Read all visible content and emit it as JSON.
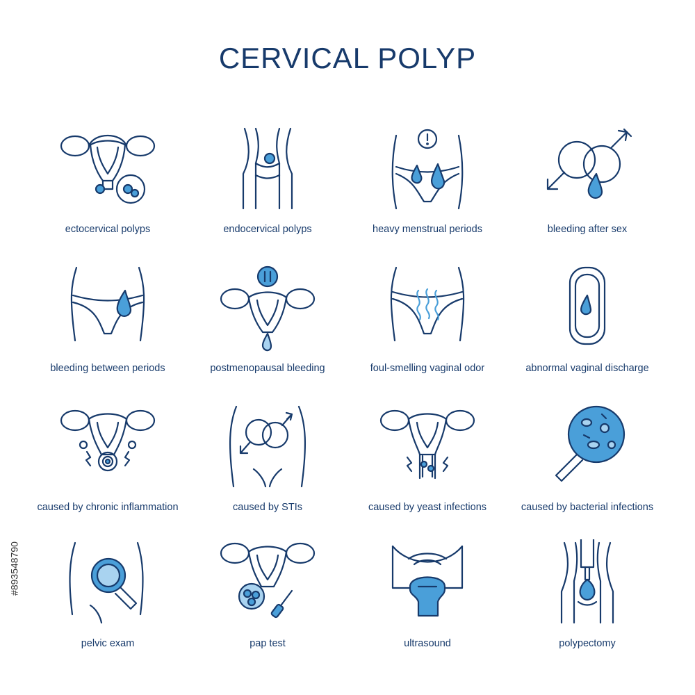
{
  "title": "CERVICAL POLYP",
  "colors": {
    "line": "#173a6b",
    "fill": "#4a9fd9",
    "fill_light": "#a9d3f0"
  },
  "items": [
    {
      "label": "ectocervical polyps",
      "icon": "uterus-polyp-icon"
    },
    {
      "label": "endocervical polyps",
      "icon": "cervical-canal-polyp-icon"
    },
    {
      "label": "heavy menstrual periods",
      "icon": "pelvis-alert-drops-icon"
    },
    {
      "label": "bleeding after sex",
      "icon": "gender-symbols-drop-icon"
    },
    {
      "label": "bleeding between periods",
      "icon": "underwear-drop-icon"
    },
    {
      "label": "postmenopausal bleeding",
      "icon": "uterus-pause-drop-icon"
    },
    {
      "label": "foul-smelling vaginal odor",
      "icon": "underwear-odor-icon"
    },
    {
      "label": "abnormal vaginal discharge",
      "icon": "pad-drop-icon"
    },
    {
      "label": "caused by chronic inflammation",
      "icon": "uterus-inflamed-icon"
    },
    {
      "label": "caused by STIs",
      "icon": "pelvis-gender-symbols-icon"
    },
    {
      "label": "caused by yeast infections",
      "icon": "uterus-yeast-icon"
    },
    {
      "label": "caused by bacterial infections",
      "icon": "magnifier-bacteria-icon"
    },
    {
      "label": "pelvic exam",
      "icon": "pelvis-magnifier-icon"
    },
    {
      "label": "pap test",
      "icon": "uterus-swab-cells-icon"
    },
    {
      "label": "ultrasound",
      "icon": "ultrasound-probe-icon"
    },
    {
      "label": "polypectomy",
      "icon": "polyp-removal-icon"
    }
  ],
  "stock_id": "#893548790"
}
